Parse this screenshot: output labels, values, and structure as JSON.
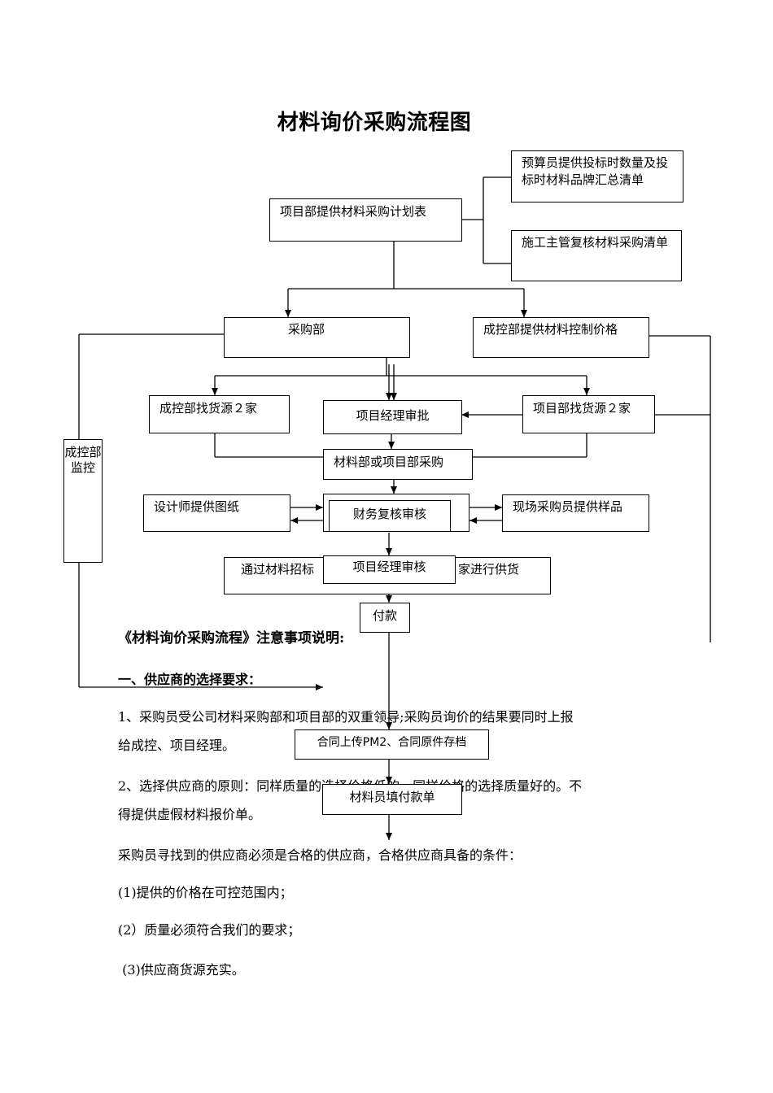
{
  "title": "材料询价采购流程图",
  "flow": {
    "plan": "项目部提供材料采购计划表",
    "budget": "预算员提供投标时数量及投标时材料品牌汇总清单",
    "review": "施工主管复核材料采购清单",
    "purchase_dept": "采购部",
    "cost_price": "成控部提供材料控制价格",
    "cost_source": "成控部找货源２家",
    "pm_approve": "项目经理审批",
    "proj_source": "项目部找货源２家",
    "monitor": "成控部监控",
    "buy": "材料部或项目部采购",
    "designer": "设计师提供图纸",
    "finance": "财务复核审核",
    "sample": "现场采购员提供样品",
    "tender": "通过材料招标",
    "tender_end": "家进行供货",
    "pm_review": "项目经理审核",
    "pay": "付款",
    "contract": "合同上传PM2、合同原件存档",
    "payslip": "材料员填付款单"
  },
  "notes": {
    "heading": "《材料询价采购流程》注意事项说明:",
    "section1": "一、供应商的选择要求：",
    "p1a": "1、采购员受公司材料采购部和项目部的双重领导;采购员询价的结果要同时上报",
    "p1b": "给成控、项目经理。",
    "p2a": "2、选择供应商的原则：同样质量的选择价格低的，同样价格的选择质量好的。不",
    "p2b": "得提供虚假材料报价单。",
    "p3": "采购员寻找到的供应商必须是合格的供应商，合格供应商具备的条件：",
    "c1": "(1)提供的价格在可控范围内；",
    "c2": "(2）质量必须符合我们的要求；",
    "c3": " (3)供应商货源充实。"
  }
}
